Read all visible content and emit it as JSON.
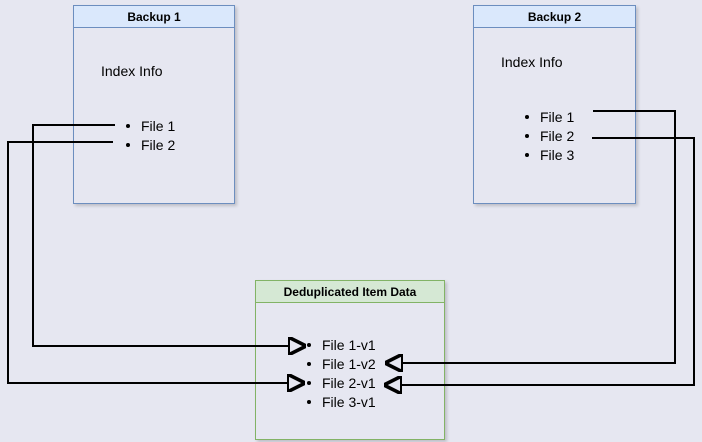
{
  "page": {
    "background_color": "#e6e7f1",
    "connector_color": "#000000"
  },
  "colors": {
    "backup_border": "#6c8ebf",
    "backup_header_fill": "#dae8fc",
    "dedup_border": "#82b366",
    "dedup_header_fill": "#d5e8d4"
  },
  "backup1": {
    "title": "Backup 1",
    "label": "Index Info",
    "items": [
      "File 1",
      "File 2"
    ]
  },
  "backup2": {
    "title": "Backup 2",
    "label": "Index Info",
    "items": [
      "File 1",
      "File 2",
      "File 3"
    ]
  },
  "dedup": {
    "title": "Deduplicated Item Data",
    "items": [
      "File 1-v1",
      "File 1-v2",
      "File 2-v1",
      "File 3-v1"
    ]
  },
  "connections": [
    {
      "from": "Backup 1 / File 1",
      "to": "File 1-v1",
      "enters_from": "left"
    },
    {
      "from": "Backup 1 / File 2",
      "to": "File 2-v1",
      "enters_from": "left"
    },
    {
      "from": "Backup 2 / File 1",
      "to": "File 1-v2",
      "enters_from": "right"
    },
    {
      "from": "Backup 2 / File 2",
      "to": "File 2-v1",
      "enters_from": "right"
    }
  ]
}
